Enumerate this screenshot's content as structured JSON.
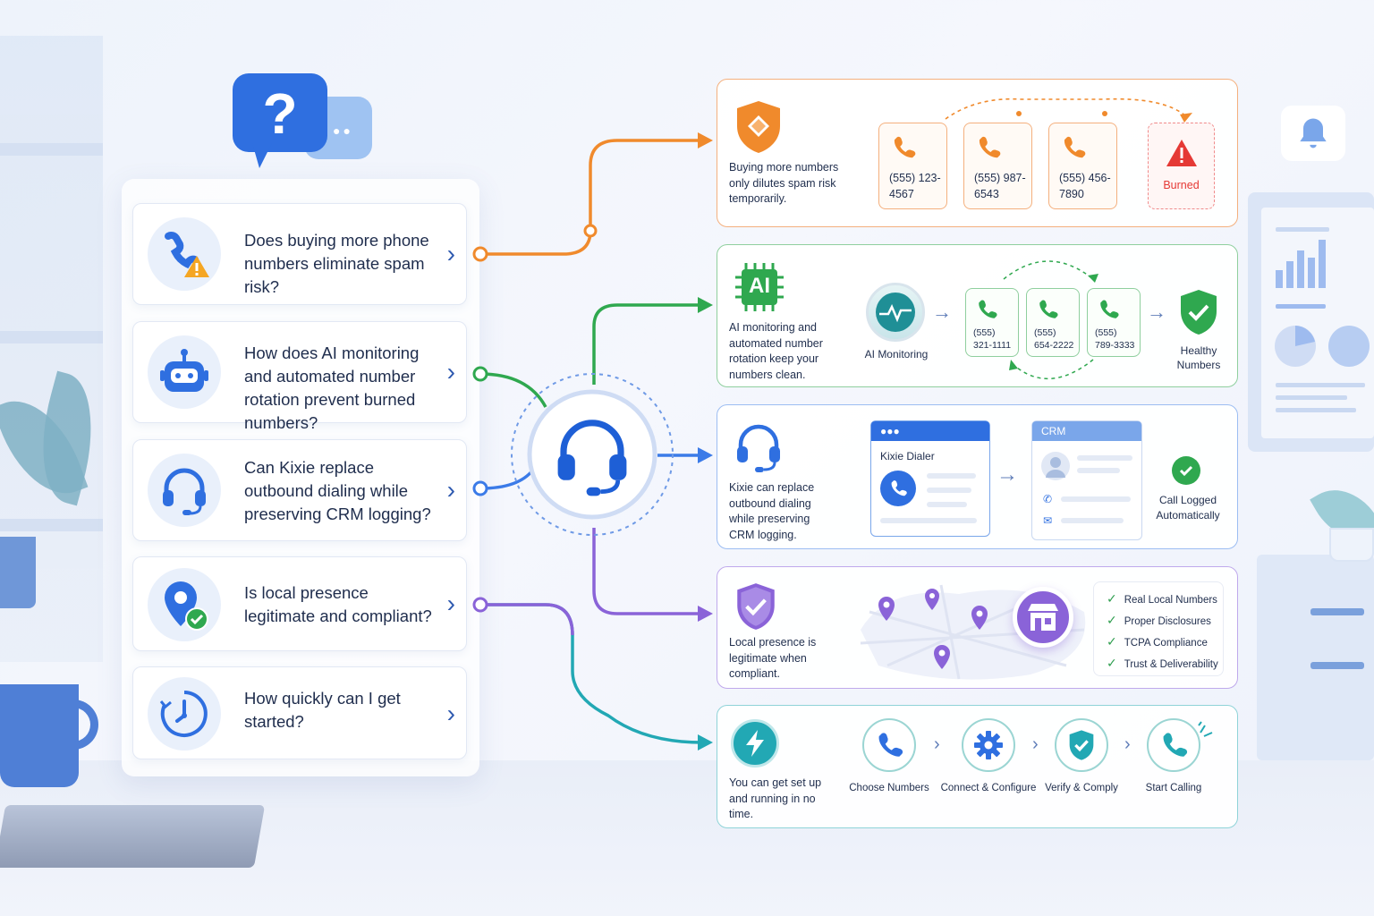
{
  "faq": [
    {
      "question": "Does buying more phone numbers eliminate spam risk?",
      "icon": "phone-warning-icon"
    },
    {
      "question": "How does AI monitoring and automated number rotation prevent burned numbers?",
      "icon": "robot-icon"
    },
    {
      "question": "Can Kixie replace outbound dialing while preserving CRM logging?",
      "icon": "headset-icon"
    },
    {
      "question": "Is local presence legitimate and compliant?",
      "icon": "location-check-icon"
    },
    {
      "question": "How quickly can I get started?",
      "icon": "clock-icon"
    }
  ],
  "cards": {
    "spam": {
      "description": "Buying more numbers only dilutes spam risk temporarily.",
      "numbers": [
        "(555) 123-4567",
        "(555) 987-6543",
        "(555) 456-7890"
      ],
      "burned_label": "Burned",
      "color": "#f08a2c"
    },
    "ai": {
      "badge": "AI",
      "description": "AI monitoring and automated number rotation keep your numbers clean.",
      "monitor_label": "AI Monitoring",
      "numbers": [
        "(555) 321-1111",
        "(555) 654-2222",
        "(555) 789-3333"
      ],
      "healthy_label": "Healthy Numbers",
      "color": "#2fa84f"
    },
    "dialer": {
      "description": "Kixie can replace outbound dialing while preserving CRM logging.",
      "dialer_title": "Kixie Dialer",
      "crm_title": "CRM",
      "logged_label": "Call Logged Automatically",
      "color": "#3b7be8"
    },
    "local": {
      "description": "Local presence is legitimate when compliant.",
      "checks": [
        "Real Local Numbers",
        "Proper Disclosures",
        "TCPA Compliance",
        "Trust & Deliverability"
      ],
      "color": "#8a63d8"
    },
    "start": {
      "description": "You can get set up and running in no time.",
      "steps": [
        "Choose Numbers",
        "Connect & Configure",
        "Verify & Comply",
        "Start Calling"
      ],
      "color": "#22a8b4"
    }
  },
  "colors": {
    "primary": "#2f6fe0",
    "orange": "#f08a2c",
    "green": "#2fa84f",
    "blue": "#3b7be8",
    "purple": "#8a63d8",
    "teal": "#22a8b4",
    "red": "#e53935"
  }
}
